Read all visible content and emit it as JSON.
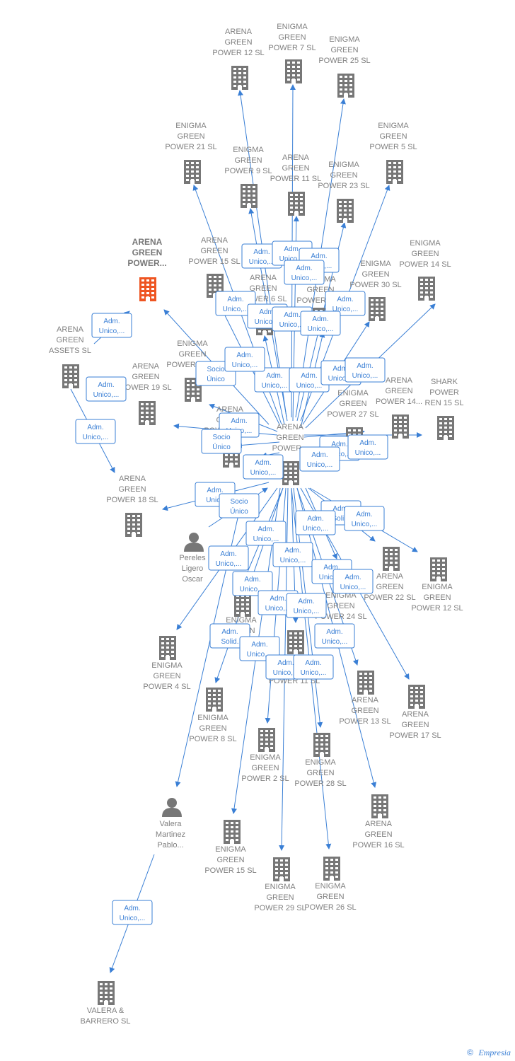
{
  "colors": {
    "edge": "#3a7fd5",
    "building": "#777777",
    "highlight": "#ee5522",
    "person": "#777777"
  },
  "nodes": [
    {
      "id": "n1",
      "type": "company",
      "lines": [
        "ARENA",
        "GREEN",
        "POWER 12  SL"
      ],
      "icon": "building-icon"
    },
    {
      "id": "n2",
      "type": "company",
      "lines": [
        "ENIGMA",
        "GREEN",
        "POWER 7  SL"
      ],
      "icon": "building-icon"
    },
    {
      "id": "n3",
      "type": "company",
      "lines": [
        "ENIGMA",
        "GREEN",
        "POWER 25  SL"
      ],
      "icon": "building-icon"
    },
    {
      "id": "n4",
      "type": "company",
      "lines": [
        "ENIGMA",
        "GREEN",
        "POWER 21  SL"
      ],
      "icon": "building-icon"
    },
    {
      "id": "n5",
      "type": "company",
      "lines": [
        "ENIGMA",
        "GREEN",
        "POWER 9  SL"
      ],
      "icon": "building-icon"
    },
    {
      "id": "n6",
      "type": "company",
      "lines": [
        "ARENA",
        "GREEN",
        "POWER 11  SL"
      ],
      "icon": "building-icon"
    },
    {
      "id": "n7",
      "type": "company",
      "lines": [
        "ENIGMA",
        "GREEN",
        "POWER 23  SL"
      ],
      "icon": "building-icon"
    },
    {
      "id": "n8",
      "type": "company",
      "lines": [
        "ENIGMA",
        "GREEN",
        "POWER 5  SL"
      ],
      "icon": "building-icon"
    },
    {
      "id": "n9",
      "type": "highlight",
      "lines": [
        "ARENA",
        "GREEN",
        "POWER..."
      ],
      "icon": "building-icon"
    },
    {
      "id": "n10",
      "type": "company",
      "lines": [
        "ARENA",
        "GREEN",
        "POWER 15  SL"
      ],
      "icon": "building-icon"
    },
    {
      "id": "n11",
      "type": "company",
      "lines": [
        "ARENA",
        "GREEN",
        "POWER 6  SL"
      ],
      "icon": "building-icon"
    },
    {
      "id": "n12",
      "type": "company",
      "lines": [
        "ENIGMA",
        "GREEN",
        "POWER 30  SL"
      ],
      "icon": "building-icon"
    },
    {
      "id": "n13",
      "type": "company",
      "lines": [
        "ENIGMA",
        "GREEN",
        "POWER 14  SL"
      ],
      "icon": "building-icon"
    },
    {
      "id": "n14",
      "type": "company",
      "lines": [
        "ARENA",
        "GREEN",
        "ASSETS  SL"
      ],
      "icon": "building-icon"
    },
    {
      "id": "n15",
      "type": "company",
      "lines": [
        "ENIGMA",
        "GREEN",
        "POWER 3  SL"
      ],
      "icon": "building-icon"
    },
    {
      "id": "n16",
      "type": "company",
      "lines": [
        "ARENA",
        "GREEN",
        "POWER 19  SL"
      ],
      "icon": "building-icon"
    },
    {
      "id": "n17",
      "type": "company",
      "lines": [
        "ARENA",
        "GREEN",
        "POWER 14..."
      ],
      "icon": "building-icon"
    },
    {
      "id": "n18",
      "type": "company",
      "lines": [
        "SHARK",
        "POWER",
        "REN 15  SL"
      ],
      "icon": "building-icon"
    },
    {
      "id": "n19",
      "type": "company",
      "lines": [
        "ENIGMA",
        "GREEN",
        "POWER 27  SL"
      ],
      "icon": "building-icon"
    },
    {
      "id": "n20",
      "type": "company",
      "lines": [
        "ENIGMA",
        "GREEN",
        "POWER 10  SL"
      ],
      "icon": "building-icon"
    },
    {
      "id": "n21",
      "type": "company",
      "lines": [
        "ARENA",
        "GREEN",
        "POWER 20  SL"
      ],
      "icon": "building-icon"
    },
    {
      "id": "n22",
      "type": "company",
      "lines": [
        "ARENA",
        "GREEN",
        "POWER 18  SL"
      ],
      "icon": "building-icon"
    },
    {
      "id": "n23",
      "type": "person",
      "lines": [
        "Pereles",
        "Ligero",
        "Oscar"
      ],
      "icon": "person-icon"
    },
    {
      "id": "n24",
      "type": "company",
      "lines": [
        "ARENA",
        "GREEN",
        "POWER 22  SL"
      ],
      "icon": "building-icon"
    },
    {
      "id": "n25",
      "type": "company",
      "lines": [
        "ENIGMA",
        "GREEN",
        "POWER 12  SL"
      ],
      "icon": "building-icon"
    },
    {
      "id": "n26",
      "type": "company",
      "lines": [
        "ENIGMA",
        "GREEN",
        "POWER 24  SL"
      ],
      "icon": "building-icon"
    },
    {
      "id": "n27",
      "type": "company",
      "lines": [
        "ENIGMA",
        "GREEN",
        "POWER 1  SL"
      ],
      "icon": "building-icon"
    },
    {
      "id": "n28",
      "type": "company",
      "lines": [
        "ENIGMA",
        "GREEN",
        "POWER 4  SL"
      ],
      "icon": "building-icon"
    },
    {
      "id": "n29",
      "type": "company",
      "lines": [
        "ARENA",
        "GREEN",
        "POWER 11  SL"
      ],
      "icon": "building-icon"
    },
    {
      "id": "n30",
      "type": "company",
      "lines": [
        "ARENA",
        "GREEN",
        "POWER 13  SL"
      ],
      "icon": "building-icon"
    },
    {
      "id": "n31",
      "type": "company",
      "lines": [
        "ARENA",
        "GREEN",
        "POWER 17  SL"
      ],
      "icon": "building-icon"
    },
    {
      "id": "n32",
      "type": "company",
      "lines": [
        "ENIGMA",
        "GREEN",
        "POWER 8  SL"
      ],
      "icon": "building-icon"
    },
    {
      "id": "n33",
      "type": "company",
      "lines": [
        "ENIGMA",
        "GREEN",
        "POWER 2  SL"
      ],
      "icon": "building-icon"
    },
    {
      "id": "n34",
      "type": "company",
      "lines": [
        "ENIGMA",
        "GREEN",
        "POWER 28  SL"
      ],
      "icon": "building-icon"
    },
    {
      "id": "n35",
      "type": "person",
      "lines": [
        "Valera",
        "Martinez",
        "Pablo..."
      ],
      "icon": "person-icon"
    },
    {
      "id": "n36",
      "type": "company",
      "lines": [
        "ARENA",
        "GREEN",
        "POWER 16  SL"
      ],
      "icon": "building-icon"
    },
    {
      "id": "n37",
      "type": "company",
      "lines": [
        "ENIGMA",
        "GREEN",
        "POWER 15  SL"
      ],
      "icon": "building-icon"
    },
    {
      "id": "n38",
      "type": "company",
      "lines": [
        "ENIGMA",
        "GREEN",
        "POWER 29  SL"
      ],
      "icon": "building-icon"
    },
    {
      "id": "n39",
      "type": "company",
      "lines": [
        "ENIGMA",
        "GREEN",
        "POWER 26  SL"
      ],
      "icon": "building-icon"
    },
    {
      "id": "n40",
      "type": "company",
      "lines": [
        "VALERA &",
        "BARRERO  SL"
      ],
      "icon": "building-icon"
    },
    {
      "id": "n41",
      "type": "company",
      "lines": [
        "ARENA",
        "GREEN",
        "POWER..."
      ],
      "icon": "building-icon"
    }
  ],
  "badges": [
    [
      "Adm.",
      "Unico,..."
    ],
    [
      "Adm.",
      "Unico,..."
    ],
    [
      "Adm.",
      "Unico,..."
    ],
    [
      "Adm.",
      "Unico,..."
    ],
    [
      "Adm.",
      "Unico,..."
    ],
    [
      "Adm.",
      "Unico,..."
    ],
    [
      "Adm.",
      "Unico,..."
    ],
    [
      "Adm.",
      "Unico,..."
    ],
    [
      "Adm.",
      "Unico,..."
    ],
    [
      "Adm.",
      "Unico,..."
    ],
    [
      "Adm.",
      "Unico,..."
    ],
    [
      "Socio",
      "Único"
    ],
    [
      "Adm.",
      "Unico,..."
    ],
    [
      "Adm.",
      "Unico,..."
    ],
    [
      "Adm.",
      "Unico,..."
    ],
    [
      "Adm.",
      "Unico,..."
    ],
    [
      "Adm.",
      "Unico,..."
    ],
    [
      "Adm.",
      "Unico,..."
    ],
    [
      "Adm.",
      "Unico,..."
    ],
    [
      "Socio",
      "Único"
    ],
    [
      "Adm.",
      "Unico,..."
    ],
    [
      "Adm.",
      "Unico,..."
    ],
    [
      "Adm.",
      "Unico,..."
    ],
    [
      "Adm.",
      "Unico"
    ],
    [
      "Socio",
      "Único"
    ],
    [
      "Adm.",
      "Solid."
    ],
    [
      "Adm.",
      "Unico,..."
    ],
    [
      "Adm.",
      "Unico,..."
    ],
    [
      "Adm.",
      "Unico,..."
    ],
    [
      "Adm.",
      "Unico,..."
    ],
    [
      "Adm.",
      "Unico,..."
    ],
    [
      "Adm.",
      "Unico,..."
    ],
    [
      "Adm.",
      "Unico,..."
    ],
    [
      "Adm.",
      "Unico,..."
    ],
    [
      "Adm.",
      "Unico,..."
    ],
    [
      "Adm.",
      "Unico,..."
    ],
    [
      "Adm.",
      "Unico,..."
    ],
    [
      "Adm.",
      "Solid."
    ],
    [
      "Adm.",
      "Unico,..."
    ],
    [
      "Adm.",
      "Unico,..."
    ],
    [
      "Adm.",
      "Unico,..."
    ],
    [
      "Adm.",
      "Unico,..."
    ],
    [
      "Adm.",
      "Unico,..."
    ]
  ],
  "footer": {
    "copyright": "©",
    "brand": "Empresia"
  }
}
